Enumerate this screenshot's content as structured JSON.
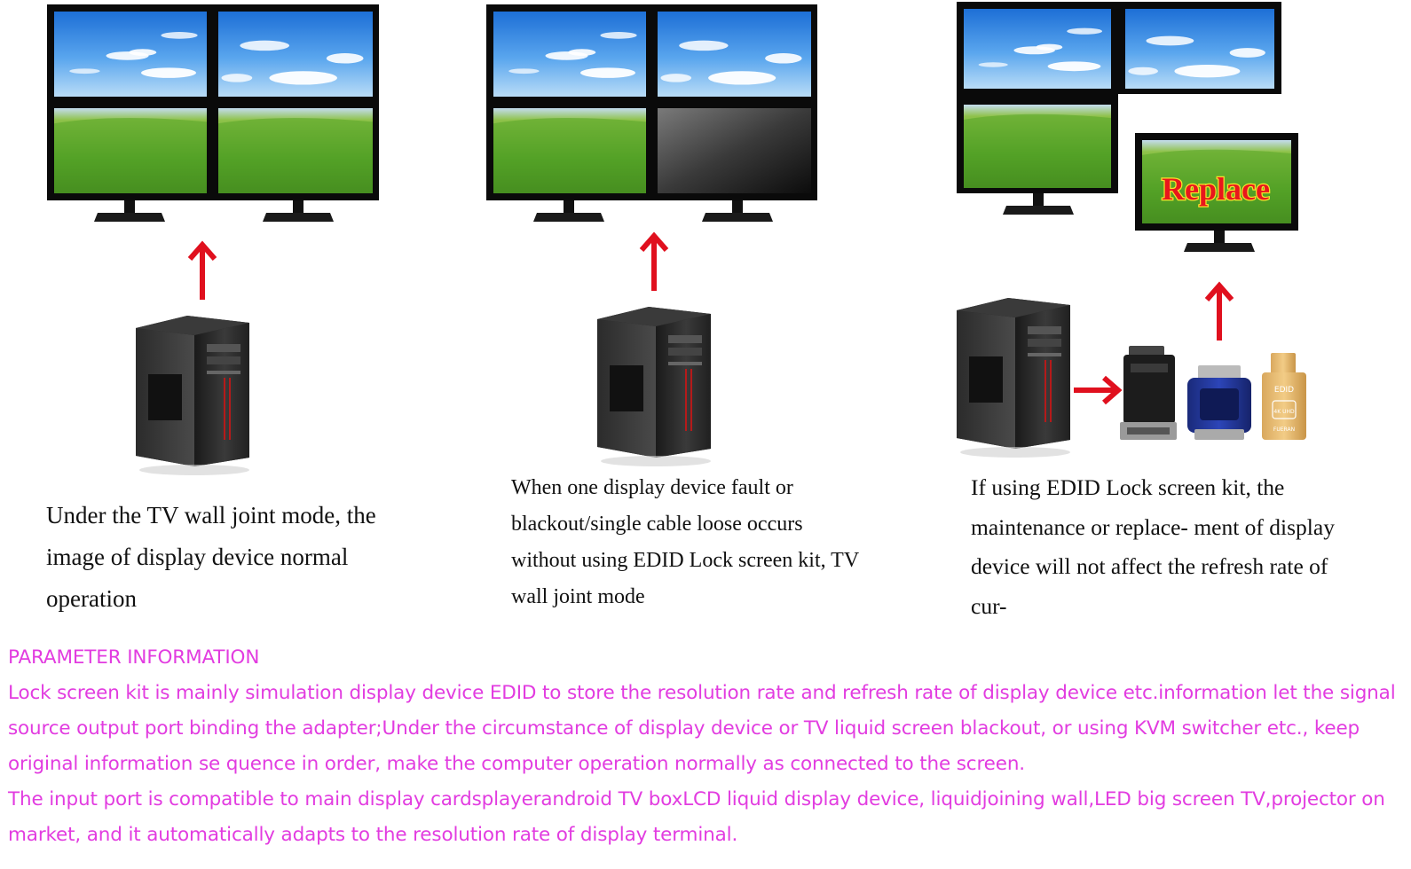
{
  "panels": [
    {
      "caption_lines": [
        "Under the TV wall joint mode,",
        "the image of display device",
        "normal operation"
      ]
    },
    {
      "caption_lines": [
        "When one display device fault",
        "or blackout/single cable loose",
        "occurs without using EDID Lock",
        "screen kit, TV wall joint mode"
      ]
    },
    {
      "replace_label": "Replace",
      "caption_lines": [
        "If using EDID Lock screen kit,",
        "the maintenance or replace-",
        "ment of display device will not",
        "affect the refresh rate of cur-"
      ]
    }
  ],
  "adapter_label": {
    "edid": "EDID",
    "uhd": "4K UHD",
    "brand": "FUERAN"
  },
  "parameter": {
    "heading": "PARAMETER INFORMATION",
    "lines": [
      "Lock screen kit is mainly simulation display device EDID to store the resolution rate and refresh rate of display device etc.information let the signal",
      "source output port binding the adapter;Under the circumstance of display device or TV liquid screen blackout, or using KVM switcher etc., keep",
      "original information se quence in order, make the computer operation normally as connected to the screen.",
      "The input port is compatible to main display cardsplayerandroid TV boxLCD liquid display device, liquidjoining wall,LED big screen TV,projector on",
      "market, and it automatically adapts to the resolution rate of display terminal."
    ]
  },
  "colors": {
    "arrow": "#e0101e",
    "parameter_text": "#e23ce0",
    "replace_text": "#e8161c",
    "replace_outline": "#f7e22a"
  }
}
